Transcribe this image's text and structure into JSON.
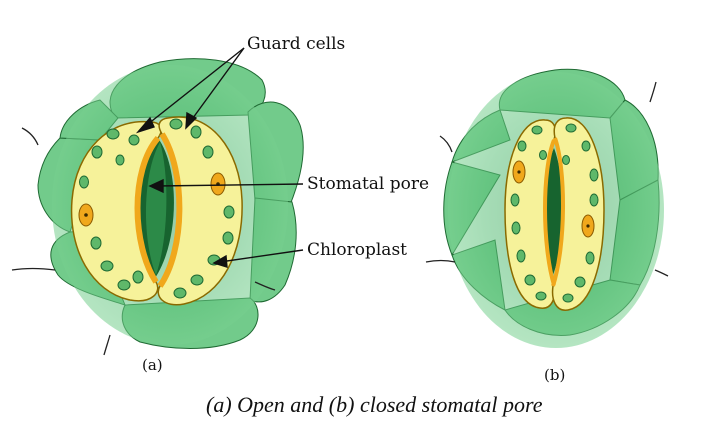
{
  "labels": {
    "guard_cells": "Guard cells",
    "stomatal_pore": "Stomatal pore",
    "chloroplast": "Chloroplast"
  },
  "subfigures": {
    "a": "(a)",
    "b": "(b)"
  },
  "caption": "(a) Open and (b) closed stomatal pore",
  "colors": {
    "epidermal_cell": "#6fc98a",
    "epidermal_shadow": "#4fb06b",
    "guard_cell": "#f6f29a",
    "guard_cell_wall": "#f0a81c",
    "pore": "#17642f",
    "chloroplast": "#5fb86a",
    "nucleus": "#f0a81c"
  }
}
